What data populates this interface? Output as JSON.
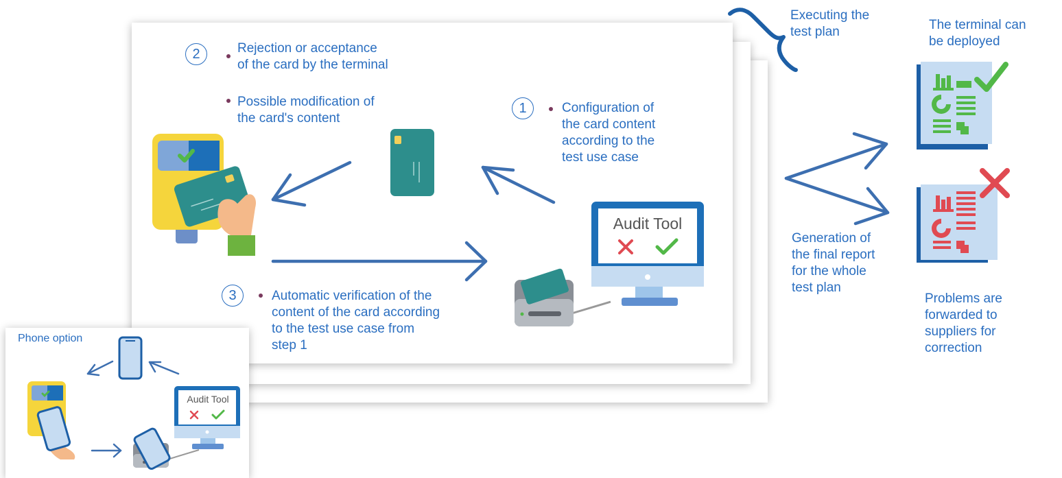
{
  "main_panel": {
    "step1": {
      "number": "1",
      "text": "Configuration of\nthe card content\naccording to the\ntest use case"
    },
    "step2": {
      "number": "2",
      "text": "Rejection or acceptance\nof the card by the terminal",
      "text_b": "Possible modification of\nthe card's content"
    },
    "step3": {
      "number": "3",
      "text": "Automatic verification of the\ncontent of the card according\nto the test use case from\nstep 1"
    },
    "audit_tool_label": "Audit Tool"
  },
  "executing_label": "Executing the\ntest plan",
  "report_label": "Generation of\nthe final report\nfor the whole\ntest plan",
  "outcome_success": "The terminal can\nbe deployed",
  "outcome_failure": "Problems are\nforwarded to\nsuppliers for\ncorrection",
  "phone_panel": {
    "title": "Phone option",
    "audit_tool_label": "Audit Tool"
  },
  "colors": {
    "text_blue": "#2a6ec0",
    "arrow_blue": "#3d6fb0",
    "success_green": "#52b848",
    "failure_red": "#e04a52",
    "terminal_yellow": "#f5d53c",
    "card_teal": "#2d8e8c",
    "monitor_blue": "#1d6fb8"
  }
}
